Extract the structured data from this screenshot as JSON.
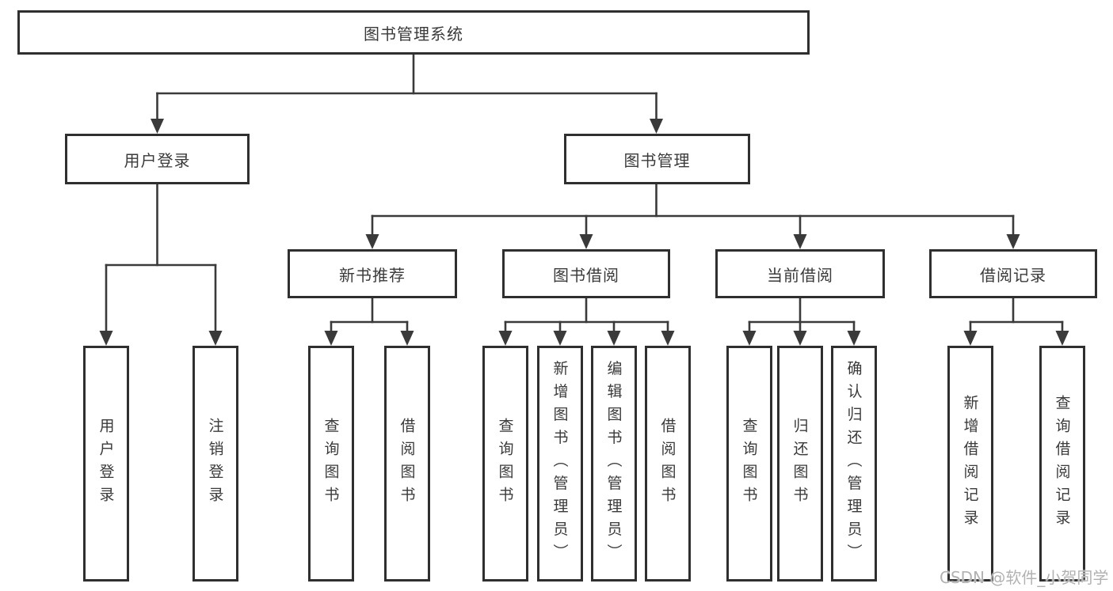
{
  "diagram": {
    "tree": {
      "root": "图书管理系统",
      "branches": [
        {
          "label": "用户登录",
          "children": [
            "用户登录",
            "注销登录"
          ]
        },
        {
          "label": "图书管理",
          "sections": [
            {
              "label": "新书推荐",
              "children": [
                "查询图书",
                "借阅图书"
              ]
            },
            {
              "label": "图书借阅",
              "children": [
                "查询图书",
                "新增图书（管理员）",
                "编辑图书（管理员）",
                "借阅图书"
              ]
            },
            {
              "label": "当前借阅",
              "children": [
                "查询图书",
                "归还图书",
                "确认归还（管理员）"
              ]
            },
            {
              "label": "借阅记录",
              "children": [
                "新增借阅记录",
                "查询借阅记录"
              ]
            }
          ]
        }
      ]
    },
    "colors": {
      "line": "#3a3a3a",
      "box_border": "#2f2f2f",
      "text": "#3a3a3a",
      "watermark": "#b2b2b2",
      "background": "#ffffff"
    }
  },
  "watermark": {
    "text": "CSDN @软件_小贺同学"
  }
}
